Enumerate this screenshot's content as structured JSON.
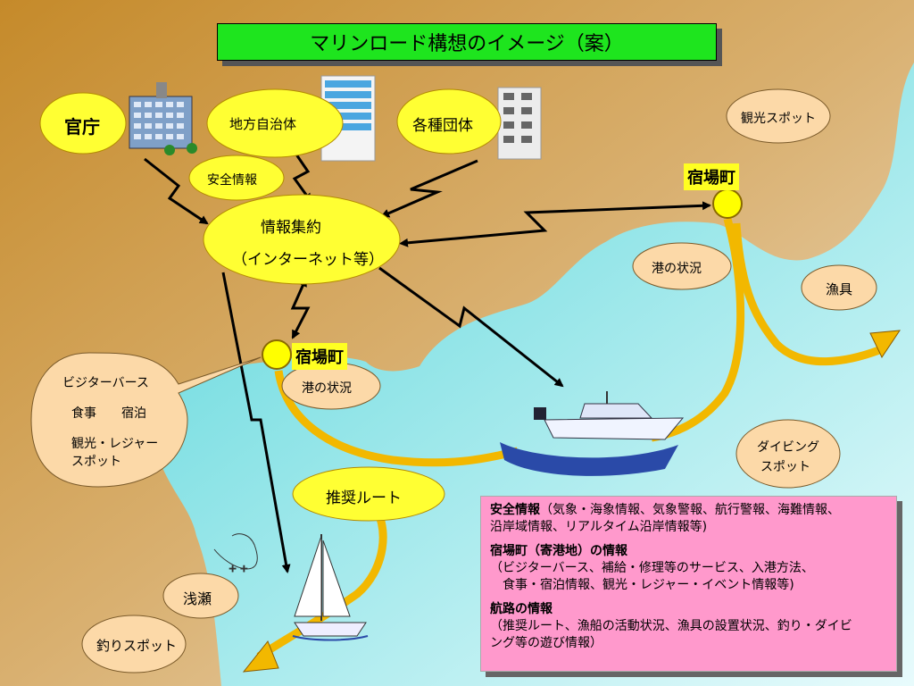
{
  "title": "マリンロード構想のイメージ（案）",
  "nodes": {
    "kancho": "官庁",
    "chiho": "地方自治体",
    "dantai": "各種団体",
    "anzen": "安全情報",
    "shuyaku_line1": "情報集約",
    "shuyaku_line2": "（インターネット等）",
    "kanko_spot": "観光スポット",
    "shukuba_right": "宿場町",
    "shukuba_center": "宿場町",
    "minato_right": "港の状況",
    "minato_center": "港の状況",
    "gyogu": "漁具",
    "diving_line1": "ダイビング",
    "diving_line2": "スポット",
    "suisho": "推奨ルート",
    "asase": "浅瀬",
    "tsuri": "釣りスポット"
  },
  "callout": {
    "line1": "ビジターバース",
    "line2": "食事　　宿泊",
    "line3": "観光・レジャー",
    "line4": "スポット"
  },
  "info": {
    "s1_title": "安全情報",
    "s1_text_a": "（気象・海象情報、気象警報、航行警報、海難情報、",
    "s1_text_b": "沿岸域情報、リアルタイム沿岸情報等)",
    "s2_title": "宿場町（寄港地）の情報",
    "s2_text_a": "（ビジターバース、補給・修理等のサービス、入港方法、",
    "s2_text_b": "　食事・宿泊情報、観光・レジャー・イベント情報等)",
    "s3_title": "航路の情報",
    "s3_text_a": "（推奨ルート、漁船の活動状況、漁具の設置状況、釣り・ダイビ",
    "s3_text_b": "ング等の遊び情報）"
  },
  "colors": {
    "land": "#d6b27a",
    "sea": "#7fe0e2",
    "bubble": "#ffff33",
    "spot": "#fcd9a8",
    "route": "#f2b800",
    "title_bg": "#1ee51e",
    "info_bg": "#ff99cc"
  }
}
